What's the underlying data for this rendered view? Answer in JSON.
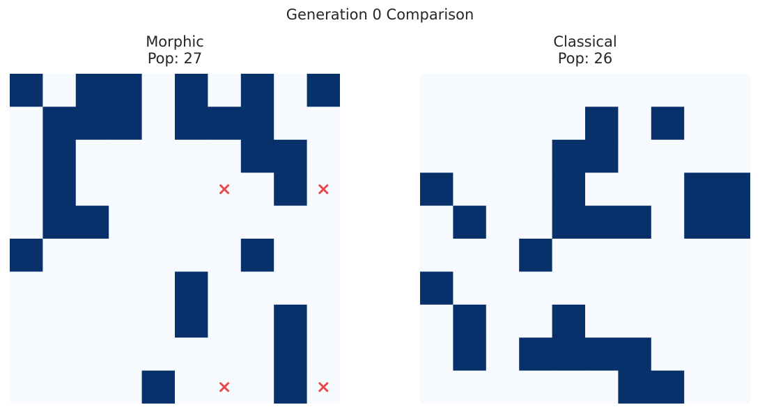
{
  "figure": {
    "suptitle": "Generation 0 Comparison"
  },
  "colors": {
    "alive": "#08306b",
    "dead": "#f7fbff",
    "marker": "#e8494f"
  },
  "chart_data": [
    {
      "type": "heatmap",
      "title": "Morphic",
      "subtitle": "Pop: 27",
      "rows": 10,
      "cols": 10,
      "grid": [
        [
          1,
          0,
          1,
          1,
          0,
          1,
          0,
          1,
          0,
          1
        ],
        [
          0,
          1,
          1,
          1,
          0,
          1,
          1,
          1,
          0,
          0
        ],
        [
          0,
          1,
          0,
          0,
          0,
          0,
          0,
          1,
          1,
          0
        ],
        [
          0,
          1,
          0,
          0,
          0,
          0,
          0,
          0,
          1,
          0
        ],
        [
          0,
          1,
          1,
          0,
          0,
          0,
          0,
          0,
          0,
          0
        ],
        [
          1,
          0,
          0,
          0,
          0,
          0,
          0,
          1,
          0,
          0
        ],
        [
          0,
          0,
          0,
          0,
          0,
          1,
          0,
          0,
          0,
          0
        ],
        [
          0,
          0,
          0,
          0,
          0,
          1,
          0,
          0,
          1,
          0
        ],
        [
          0,
          0,
          0,
          0,
          0,
          0,
          0,
          0,
          1,
          0
        ],
        [
          0,
          0,
          0,
          0,
          1,
          0,
          0,
          0,
          1,
          0
        ]
      ],
      "markers": [
        {
          "row": 3,
          "col": 6.5
        },
        {
          "row": 3,
          "col": 9.5
        },
        {
          "row": 9,
          "col": 6.5
        },
        {
          "row": 9,
          "col": 9.5
        }
      ]
    },
    {
      "type": "heatmap",
      "title": "Classical",
      "subtitle": "Pop: 26",
      "rows": 10,
      "cols": 10,
      "grid": [
        [
          0,
          0,
          0,
          0,
          0,
          0,
          0,
          0,
          0,
          0
        ],
        [
          0,
          0,
          0,
          0,
          0,
          1,
          0,
          1,
          0,
          0
        ],
        [
          0,
          0,
          0,
          0,
          1,
          1,
          0,
          0,
          0,
          0
        ],
        [
          1,
          0,
          0,
          0,
          1,
          0,
          0,
          0,
          1,
          1
        ],
        [
          0,
          1,
          0,
          0,
          1,
          1,
          1,
          0,
          1,
          1
        ],
        [
          0,
          0,
          0,
          1,
          0,
          0,
          0,
          0,
          0,
          0
        ],
        [
          1,
          0,
          0,
          0,
          0,
          0,
          0,
          0,
          0,
          0
        ],
        [
          0,
          1,
          0,
          0,
          1,
          0,
          0,
          0,
          0,
          0
        ],
        [
          0,
          1,
          0,
          1,
          1,
          1,
          1,
          0,
          0,
          0
        ],
        [
          0,
          0,
          0,
          0,
          0,
          0,
          1,
          1,
          0,
          0
        ]
      ],
      "markers": []
    }
  ]
}
